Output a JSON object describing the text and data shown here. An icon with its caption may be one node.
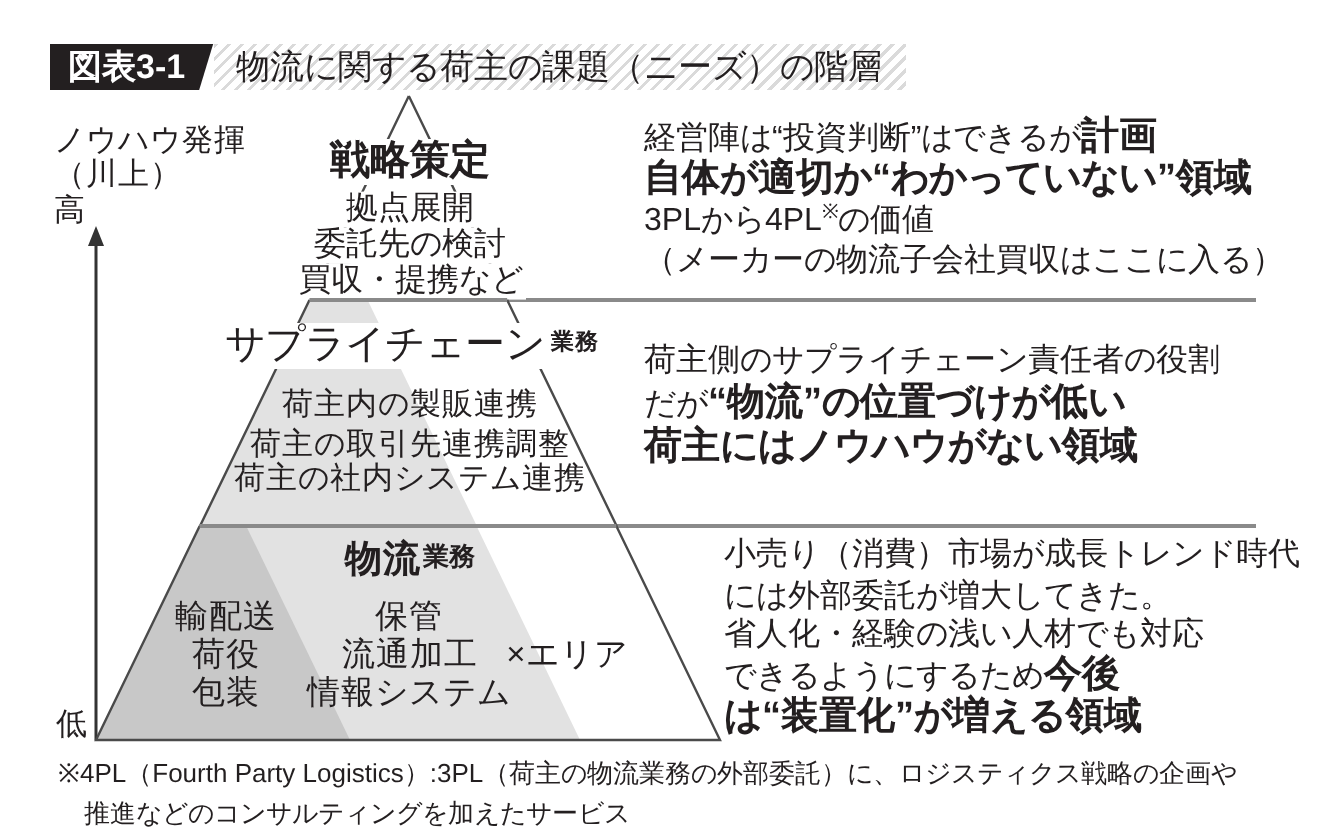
{
  "diagram": {
    "title": "物流に関する荷主の課題（ニーズ）の階層",
    "nodes": [
      {
        "text": [
          "戦略策定",
          "拠点展開",
          "委託先の検討",
          "買収・提携など"
        ],
        "beside": [
          "経営陣は“投資判断”はできるが**計画自体が適切か“わかっていない”領域**",
          "3PLから4PL$^{※}$の価値",
          "（メーカーの物流子会社買収はここに入る）"
        ]
      },
      {
        "text": [
          "サプライチェーン",
          "業務",
          "荷主内の製販連携",
          "荷主の取引先連携調整",
          "荷主の社内システム連携"
        ],
        "beside": [
          "荷主側のサプライチェーン責任者の役割だが**“物流”の位置づけが低い荷主にはノウハウがない領域**"
        ]
      },
      {
        "text": [
          "物流",
          "業務",
          "輸配送",
          "荷役",
          "包装",
          "保管",
          "流通加工",
          "情報システム",
          "×エリア"
        ],
        "beside": [
          "小売り（消費）市場が成長トレンド時代には外部委託が増大してきた。",
          "省人化・経験の浅い人材でも対応できるようにするため**今後は“装置化”が増える領域**"
        ]
      }
    ],
    "labels": [
      "図表3-1",
      "ノウハウ発揮（川上）",
      "高",
      "低",
      "※4PL（Fourth Party Logistics）:3PL（荷主の物流業務の外部委託）に、ロジスティクス戦略の企画や推進などのコンサルティングを加えたサービス"
    ]
  }
}
